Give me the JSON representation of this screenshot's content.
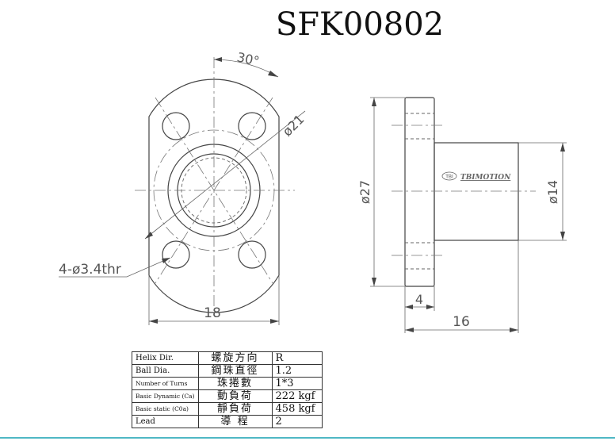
{
  "title": "SFK00802",
  "front_view": {
    "angle_label": "30°",
    "pcd_label": "ø21",
    "holes_label": "4-ø3.4thr",
    "width_label": "18"
  },
  "side_view": {
    "flange_dia_label": "ø27",
    "body_dia_label": "ø14",
    "flange_thk_label": "4",
    "length_label": "16",
    "brand_logo": "TBIMOTION"
  },
  "spec_table": {
    "rows": [
      {
        "label": "Helix  Dir.",
        "label_cn": "螺旋方向",
        "value": "R"
      },
      {
        "label": "Ball Dia.",
        "label_cn": "鋼珠直徑",
        "value": "1.2"
      },
      {
        "label": "Number of Turns",
        "label_cn": "珠捲數",
        "value": "1*3"
      },
      {
        "label": "Basic Dynamic (Ca)",
        "label_cn": "動負荷",
        "value": "222  kgf"
      },
      {
        "label": "Basic static (C0a)",
        "label_cn": "靜負荷",
        "value": "458  kgf"
      },
      {
        "label": "Lead",
        "label_cn": "導  程",
        "value": "2"
      }
    ]
  },
  "colors": {
    "line": "#444444",
    "accent_rule": "#4fb8c4"
  }
}
